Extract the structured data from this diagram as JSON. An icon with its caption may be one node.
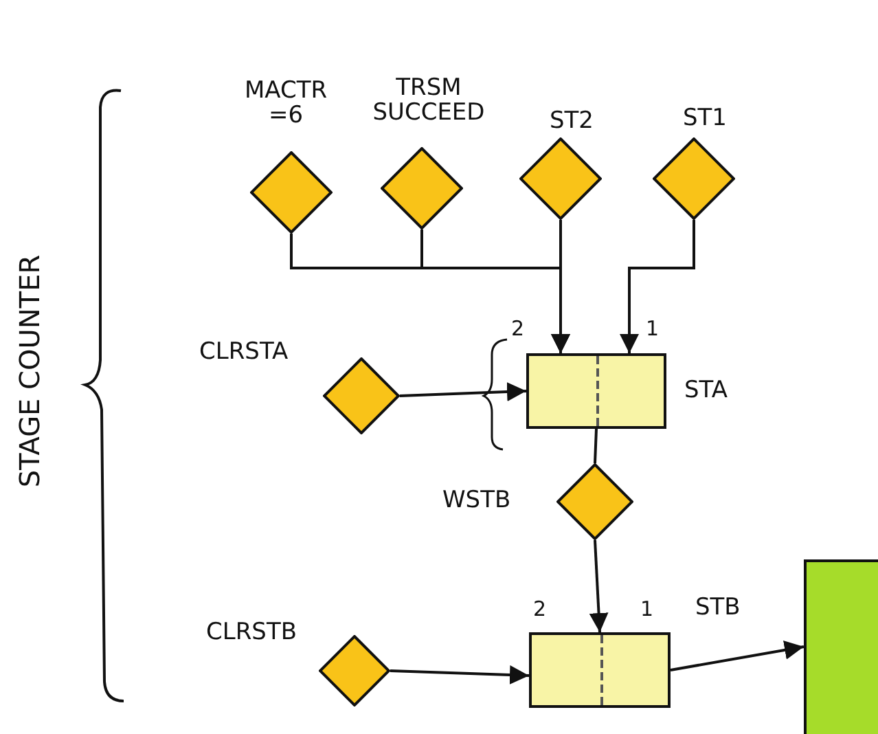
{
  "diagram": {
    "nodes": [
      {
        "text": [
          "MACTR =6"
        ]
      },
      {
        "text": [
          "TRSM SUCCEED"
        ]
      },
      {
        "text": [
          "ST2"
        ]
      },
      {
        "text": [
          "ST1"
        ]
      },
      {
        "text": [
          "CLRSTA"
        ]
      },
      {
        "text": [
          "STA"
        ]
      },
      {
        "text": [
          "WSTB"
        ]
      },
      {
        "text": [
          "CLRSTB"
        ]
      },
      {
        "text": [
          "STB"
        ]
      },
      {
        "text": [],
        "shape": "box"
      }
    ],
    "edges": [
      {
        "from": 0,
        "to": 5,
        "arrow": "to"
      },
      {
        "from": 1,
        "to": 5,
        "arrow": "to"
      },
      {
        "from": 2,
        "to": 5,
        "arrow": "to"
      },
      {
        "from": 3,
        "to": 5,
        "arrow": "to"
      },
      {
        "from": 4,
        "to": 5,
        "arrow": "to"
      },
      {
        "from": 5,
        "to": 6,
        "arrow": "none"
      },
      {
        "from": 6,
        "to": 8,
        "arrow": "to"
      },
      {
        "from": 7,
        "to": 8,
        "arrow": "to"
      },
      {
        "from": 8,
        "to": 9,
        "arrow": "to"
      }
    ],
    "labels": [
      "STAGE COUNTER",
      "2",
      "1",
      "2",
      "1"
    ]
  }
}
